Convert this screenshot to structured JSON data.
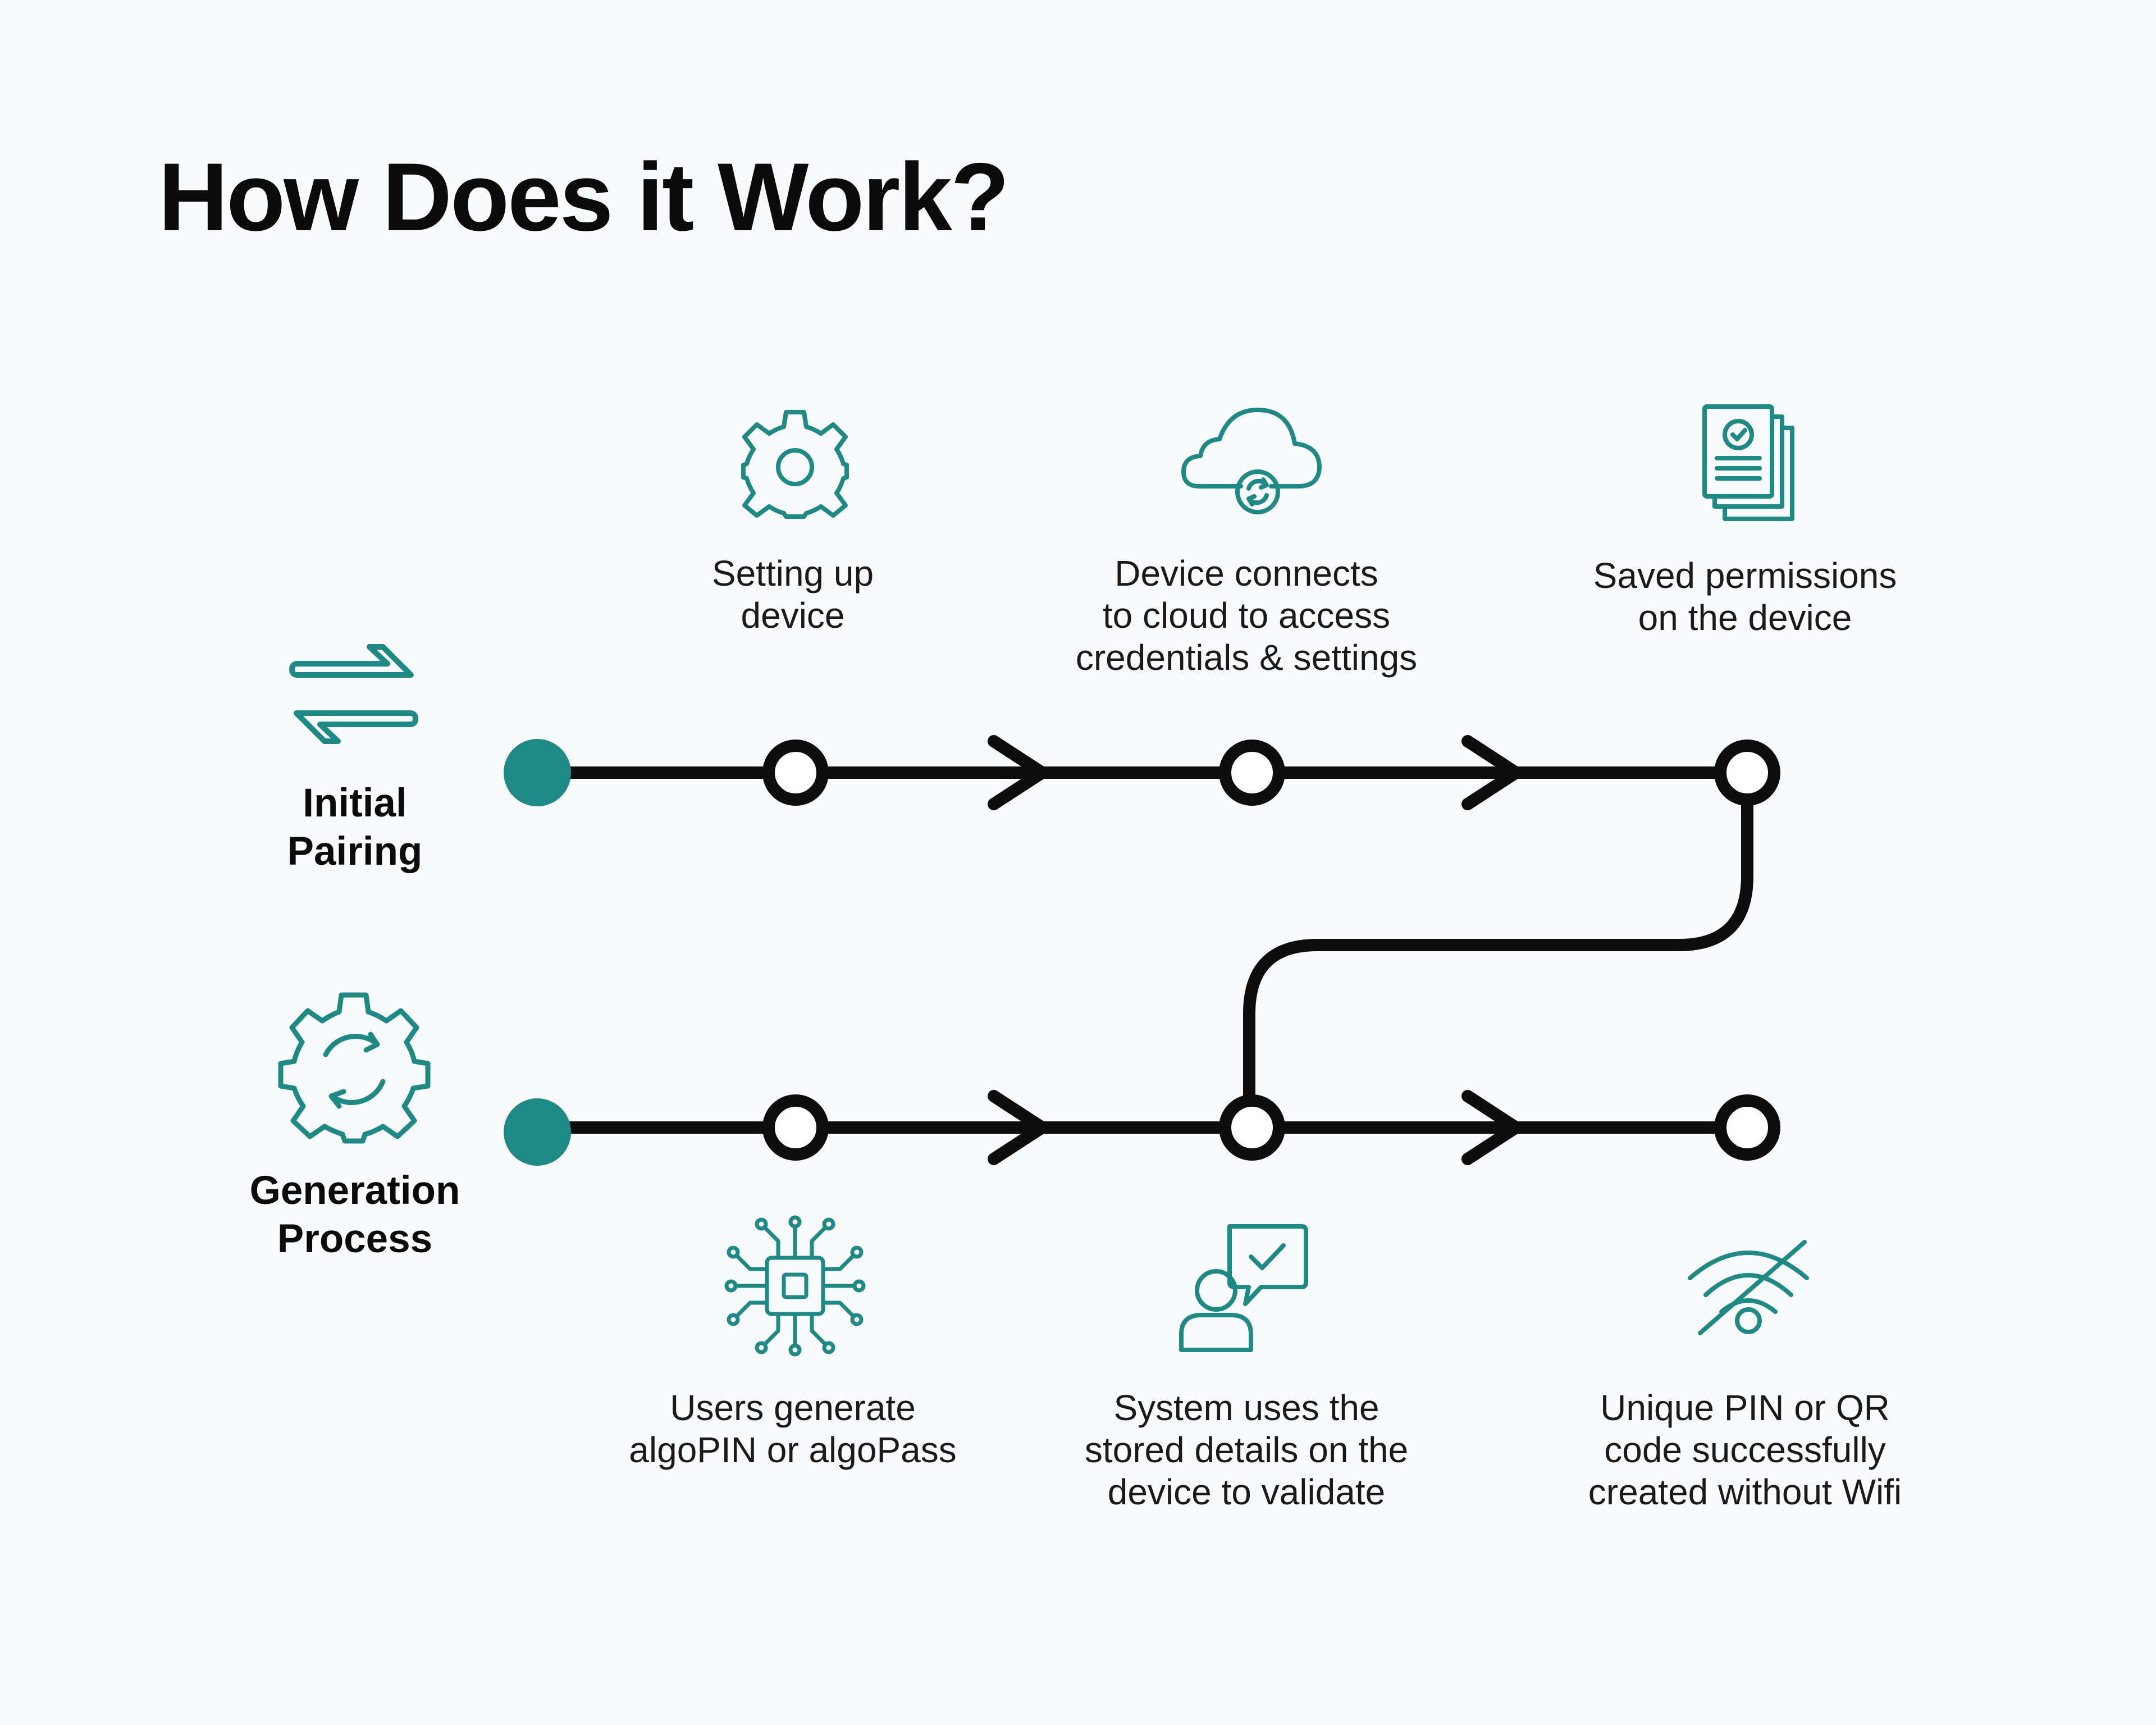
{
  "title": "How Does it Work?",
  "colors": {
    "accent": "#1f8a85",
    "line": "#0d0d0d",
    "background": "#f8fafc"
  },
  "rows": [
    {
      "label_line1": "Initial",
      "label_line2": "Pairing",
      "icon": "swap-arrows-icon"
    },
    {
      "label_line1": "Generation",
      "label_line2": "Process",
      "icon": "gear-cycle-icon"
    }
  ],
  "top_steps": [
    {
      "line1": "Setting up",
      "line2": "device",
      "icon": "gear-icon"
    },
    {
      "line1": "Device connects",
      "line2": "to cloud to access",
      "line3": "credentials & settings",
      "icon": "cloud-sync-icon"
    },
    {
      "line1": "Saved permissions",
      "line2": "on the device",
      "icon": "documents-check-icon"
    }
  ],
  "bottom_steps": [
    {
      "line1": "Users generate",
      "line2": "algoPIN or algoPass",
      "icon": "chip-icon"
    },
    {
      "line1": "System uses the",
      "line2": "stored details on the",
      "line3": "device to validate",
      "icon": "user-chat-check-icon"
    },
    {
      "line1": "Unique PIN or QR",
      "line2": "code successfully",
      "line3": "created without Wifi",
      "icon": "wifi-off-icon"
    }
  ]
}
